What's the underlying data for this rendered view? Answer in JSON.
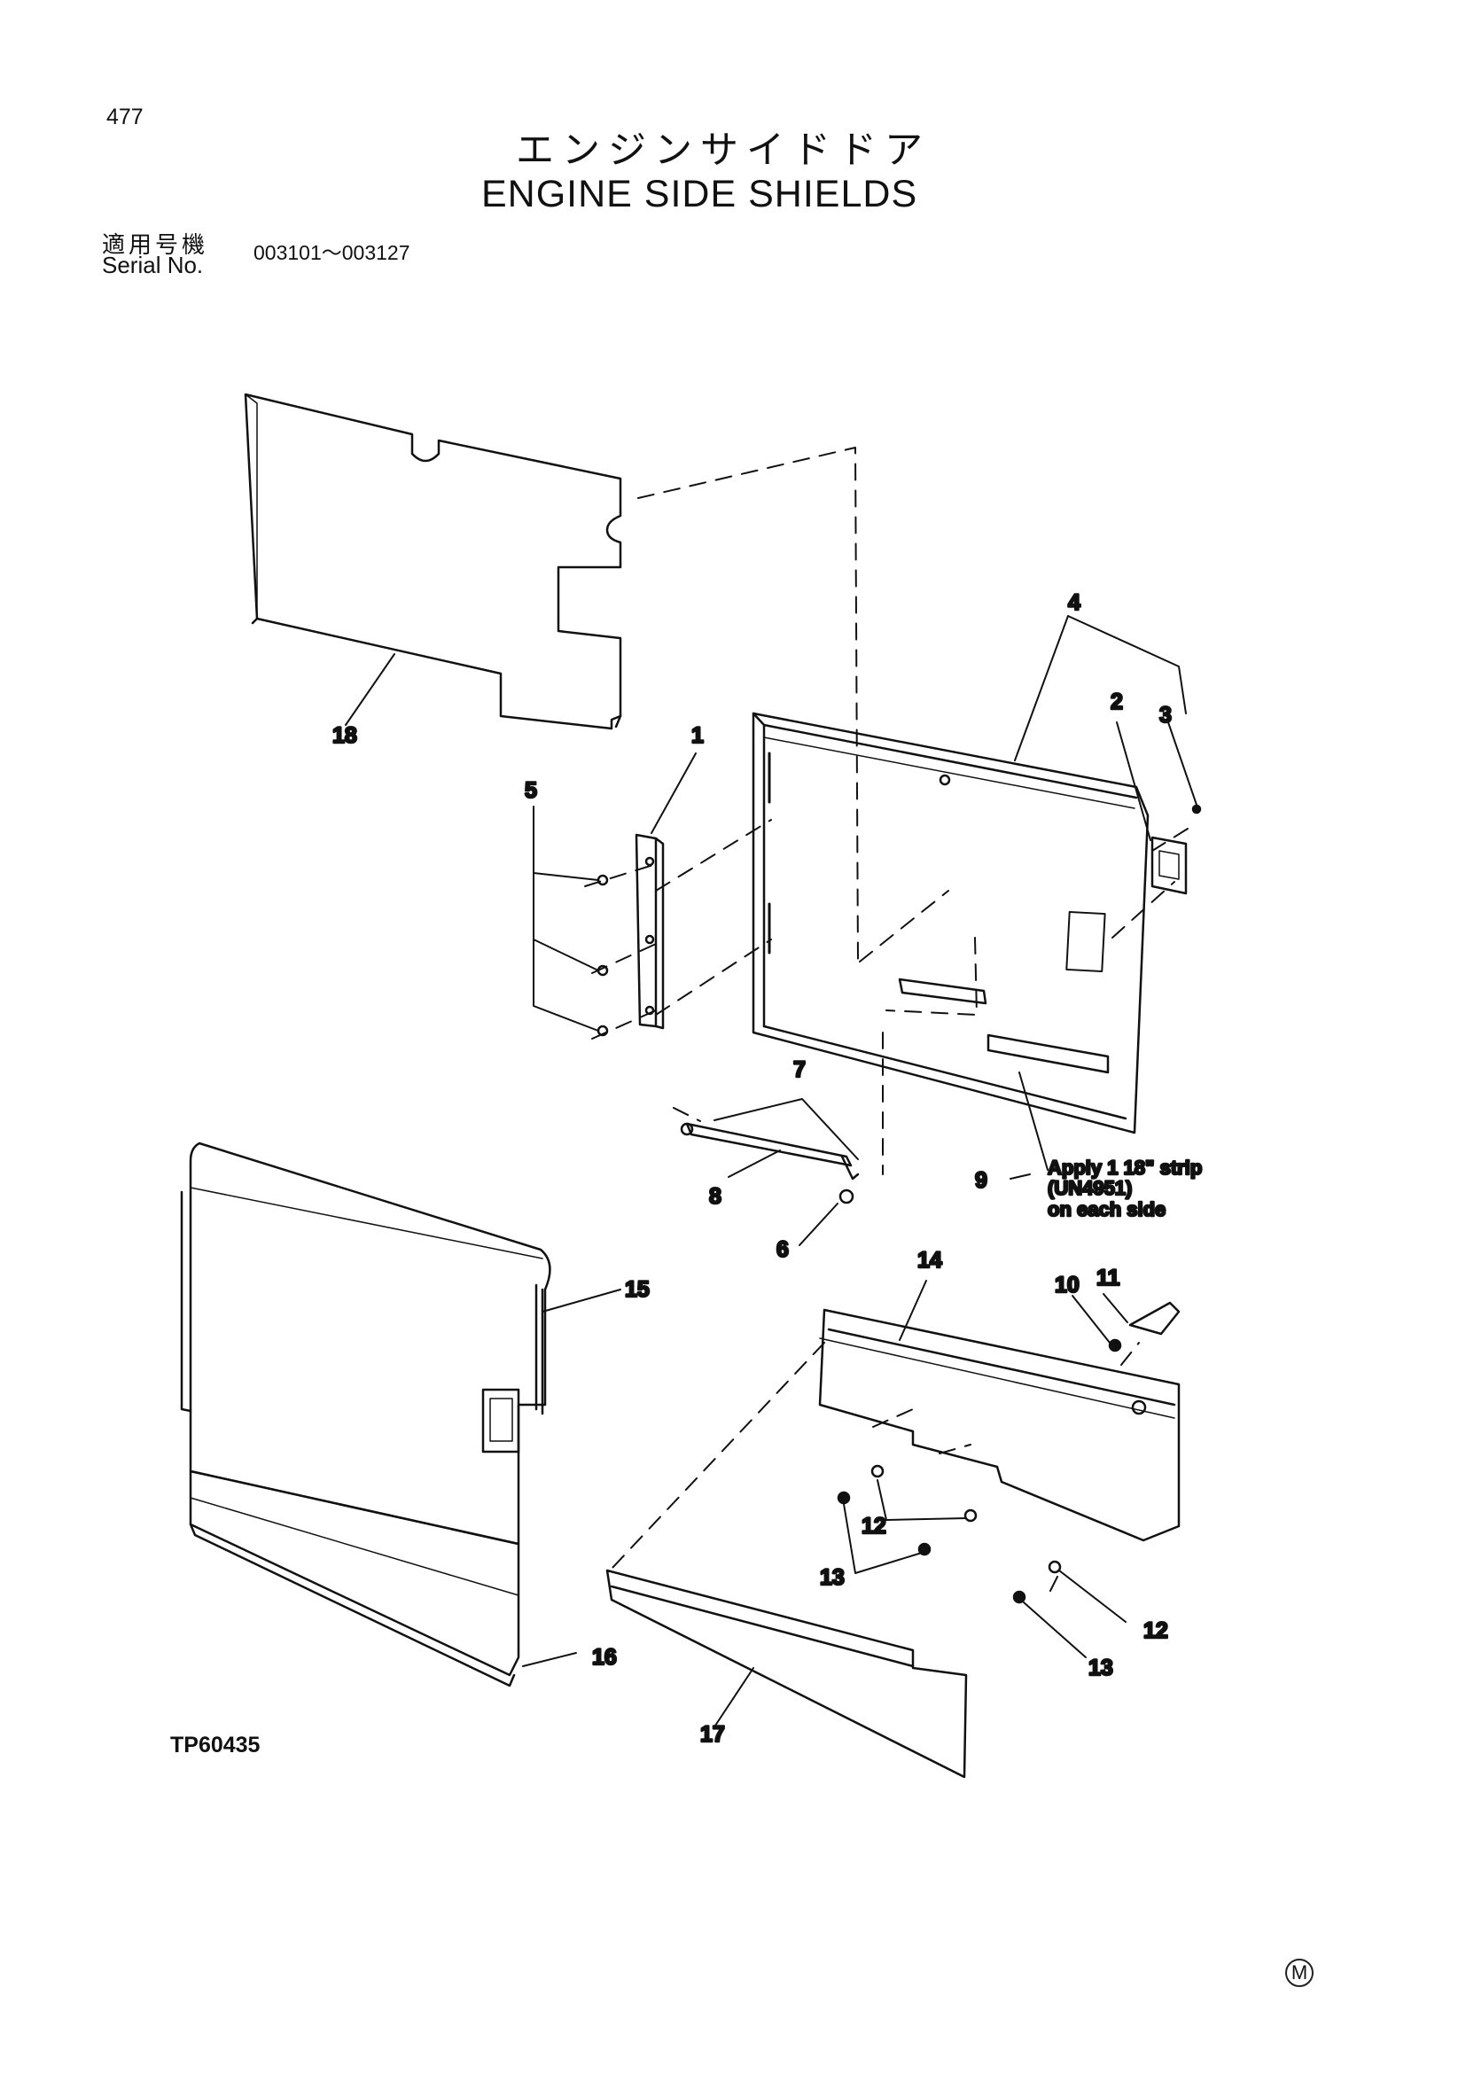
{
  "header": {
    "page_number": "477",
    "title_jp": "エンジンサイドドア",
    "title_en": "ENGINE SIDE SHIELDS",
    "serial_label_jp": "適用号機",
    "serial_label_en": "Serial No.",
    "serial_range": "003101～003127"
  },
  "callouts": {
    "c1": "1",
    "c2": "2",
    "c3": "3",
    "c4": "4",
    "c5": "5",
    "c6": "6",
    "c7": "7",
    "c8": "8",
    "c9": "9",
    "c10": "10",
    "c11": "11",
    "c12a": "12",
    "c12b": "12",
    "c13a": "13",
    "c13b": "13",
    "c14": "14",
    "c15": "15",
    "c16": "16",
    "c17": "17",
    "c18": "18"
  },
  "note": {
    "line1": "Apply 1 18\" strip",
    "line2": "(UN4951)",
    "line3": "on each side"
  },
  "footer": {
    "figure_code": "TP60435",
    "mark": "M"
  }
}
